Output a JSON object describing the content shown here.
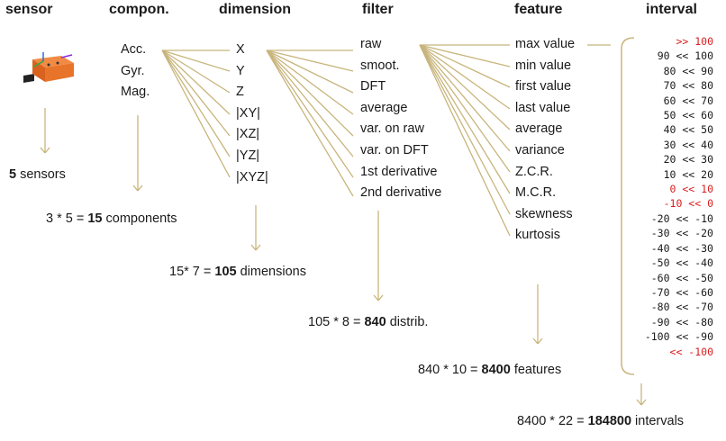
{
  "headers": [
    "sensor",
    "compon.",
    "dimension",
    "filter",
    "feature",
    "interval"
  ],
  "components": [
    "Acc.",
    "Gyr.",
    "Mag."
  ],
  "dimensions": [
    "X",
    "Y",
    "Z",
    "|XY|",
    "|XZ|",
    "|YZ|",
    "|XYZ|"
  ],
  "filters": [
    "raw",
    "smoot.",
    "DFT",
    "average",
    "var. on raw",
    "var. on DFT",
    "1st derivative",
    "2nd derivative"
  ],
  "features": [
    "max value",
    "min value",
    "first value",
    "last value",
    "average",
    "variance",
    "Z.C.R.",
    "M.C.R.",
    "skewness",
    "kurtosis"
  ],
  "intervals": [
    {
      "text": ">> 100",
      "highlight": true
    },
    {
      "text": "90 << 100",
      "highlight": false
    },
    {
      "text": "80 << 90",
      "highlight": false
    },
    {
      "text": "70 << 80",
      "highlight": false
    },
    {
      "text": "60 << 70",
      "highlight": false
    },
    {
      "text": "50 << 60",
      "highlight": false
    },
    {
      "text": "40 << 50",
      "highlight": false
    },
    {
      "text": "30 << 40",
      "highlight": false
    },
    {
      "text": "20 << 30",
      "highlight": false
    },
    {
      "text": "10 << 20",
      "highlight": false
    },
    {
      "text": "0 << 10",
      "highlight": true
    },
    {
      "text": "-10 << 0",
      "highlight": true
    },
    {
      "text": "-20 << -10",
      "highlight": false
    },
    {
      "text": "-30 << -20",
      "highlight": false
    },
    {
      "text": "-40 << -30",
      "highlight": false
    },
    {
      "text": "-50 << -40",
      "highlight": false
    },
    {
      "text": "-60 << -50",
      "highlight": false
    },
    {
      "text": "-70 << -60",
      "highlight": false
    },
    {
      "text": "-80 << -70",
      "highlight": false
    },
    {
      "text": "-90 << -80",
      "highlight": false
    },
    {
      "text": "-100 << -90",
      "highlight": false
    },
    {
      "text": "<< -100",
      "highlight": true
    }
  ],
  "equations": {
    "sensors": {
      "pre": "",
      "bold": "5",
      "post": " sensors"
    },
    "components": {
      "pre": "3 * 5 = ",
      "bold": "15",
      "post": " components"
    },
    "dimensions": {
      "pre": "15* 7 = ",
      "bold": "105",
      "post": " dimensions"
    },
    "filters": {
      "pre": "105 * 8 = ",
      "bold": "840",
      "post": " distrib."
    },
    "features": {
      "pre": "840 * 10 = ",
      "bold": "8400",
      "post": " features"
    },
    "intervals": {
      "pre": "8400 * 22 = ",
      "bold": "184800",
      "post": " intervals"
    }
  },
  "colors": {
    "line": "#c8b57c",
    "highlight": "#d81e1e",
    "sensor_body": "#e8742a",
    "text": "#1a1a1a"
  },
  "icons": {
    "sensor": "sensor-device-icon"
  }
}
